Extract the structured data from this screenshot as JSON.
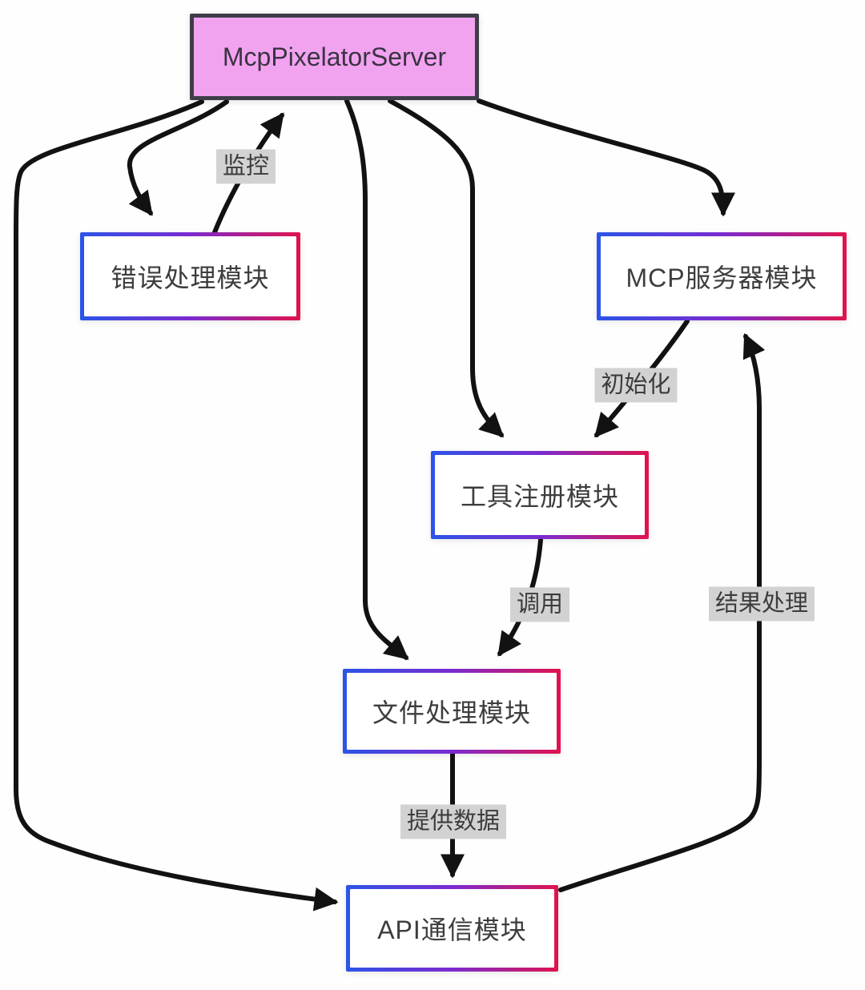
{
  "diagram": {
    "nodes": {
      "server": {
        "label": "McpPixelatorServer"
      },
      "error_handler": {
        "label": "错误处理模块"
      },
      "mcp_server": {
        "label": "MCP服务器模块"
      },
      "tool_registry": {
        "label": "工具注册模块"
      },
      "file_processor": {
        "label": "文件处理模块"
      },
      "api_comm": {
        "label": "API通信模块"
      }
    },
    "edge_labels": {
      "monitor": "监控",
      "initialize": "初始化",
      "invoke": "调用",
      "result_handling": "结果处理",
      "provide_data": "提供数据"
    },
    "connections": [
      {
        "from": "McpPixelatorServer",
        "to": "错误处理模块",
        "label": ""
      },
      {
        "from": "错误处理模块",
        "to": "McpPixelatorServer",
        "label": "监控"
      },
      {
        "from": "McpPixelatorServer",
        "to": "MCP服务器模块",
        "label": ""
      },
      {
        "from": "McpPixelatorServer",
        "to": "工具注册模块",
        "label": ""
      },
      {
        "from": "McpPixelatorServer",
        "to": "文件处理模块",
        "label": ""
      },
      {
        "from": "MCP服务器模块",
        "to": "工具注册模块",
        "label": "初始化"
      },
      {
        "from": "工具注册模块",
        "to": "文件处理模块",
        "label": "调用"
      },
      {
        "from": "文件处理模块",
        "to": "API通信模块",
        "label": "提供数据"
      },
      {
        "from": "McpPixelatorServer",
        "to": "API通信模块",
        "label": ""
      },
      {
        "from": "API通信模块",
        "to": "MCP服务器模块",
        "label": "结果处理"
      }
    ],
    "colors": {
      "server_fill": "#f2a3f0",
      "server_border": "#3e3e48",
      "module_border_gradient_start": "#2b54e8",
      "module_border_gradient_end": "#e0134e",
      "module_fill": "#ffffff",
      "edge_line": "#121212",
      "edge_label_bg": "#d2d2d2",
      "text": "#3d3d3d",
      "background": "#fefefe"
    }
  }
}
